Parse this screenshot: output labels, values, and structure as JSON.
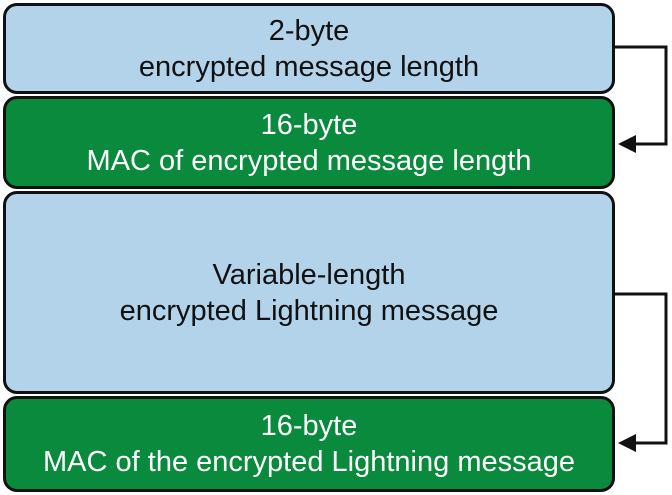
{
  "blocks": [
    {
      "id": "length",
      "line1": "2-byte",
      "line2": "encrypted message length",
      "color": "#b3d3ea"
    },
    {
      "id": "length-mac",
      "line1": "16-byte",
      "line2": "MAC of encrypted message length",
      "color": "#0a8a3c"
    },
    {
      "id": "message",
      "line1": "Variable-length",
      "line2": "encrypted Lightning message",
      "color": "#b3d3ea"
    },
    {
      "id": "message-mac",
      "line1": "16-byte",
      "line2": "MAC of the encrypted Lightning message",
      "color": "#0a8a3c"
    }
  ]
}
